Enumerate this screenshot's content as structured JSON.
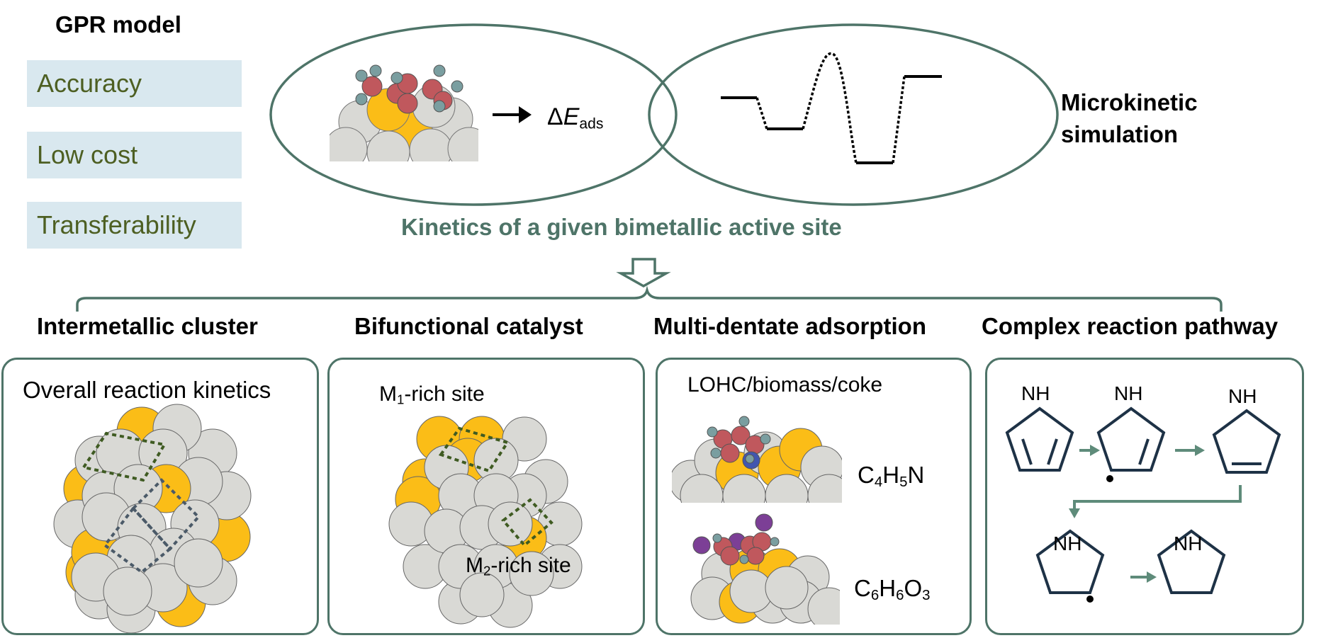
{
  "gpr": {
    "title": "GPR model",
    "features": [
      "Accuracy",
      "Low cost",
      "Transferability"
    ]
  },
  "top": {
    "delta_symbol": "Δ",
    "e_label": "E",
    "e_sub": "ads",
    "micro_line1": "Microkinetic",
    "micro_line2": "simulation",
    "caption": "Kinetics of a given bimetallic active site"
  },
  "panels": [
    {
      "title": "Intermetallic cluster",
      "label": "Overall reaction kinetics"
    },
    {
      "title": "Bifunctional catalyst",
      "site1_prefix": "M",
      "site1_sub": "1",
      "site1_suffix": "-rich site",
      "site2_prefix": "M",
      "site2_sub": "2",
      "site2_suffix": "-rich site"
    },
    {
      "title": "Multi-dentate adsorption",
      "label": "LOHC/biomass/coke",
      "formula1": {
        "c": "C",
        "c_n": "4",
        "h": "H",
        "h_n": "5",
        "n": "N"
      },
      "formula2": {
        "c": "C",
        "c_n": "6",
        "h": "H",
        "h_n": "6",
        "o": "O",
        "o_n": "3"
      }
    },
    {
      "title": "Complex reaction pathway",
      "nh_label": "NH"
    }
  ],
  "colors": {
    "teal": "#4e7468",
    "gold": "#fbbd17",
    "grey": "#d9d9d5",
    "adsorbate_red": "#c0585d",
    "adsorbate_h": "#7a9ea0",
    "navy": "#1e3246",
    "arrow_teal": "#5e8b7a",
    "dash_green": "#3f5b22",
    "dash_slate": "#4b5a68",
    "feature_bg": "#d9e8ef",
    "feature_text": "#4d5f22"
  }
}
